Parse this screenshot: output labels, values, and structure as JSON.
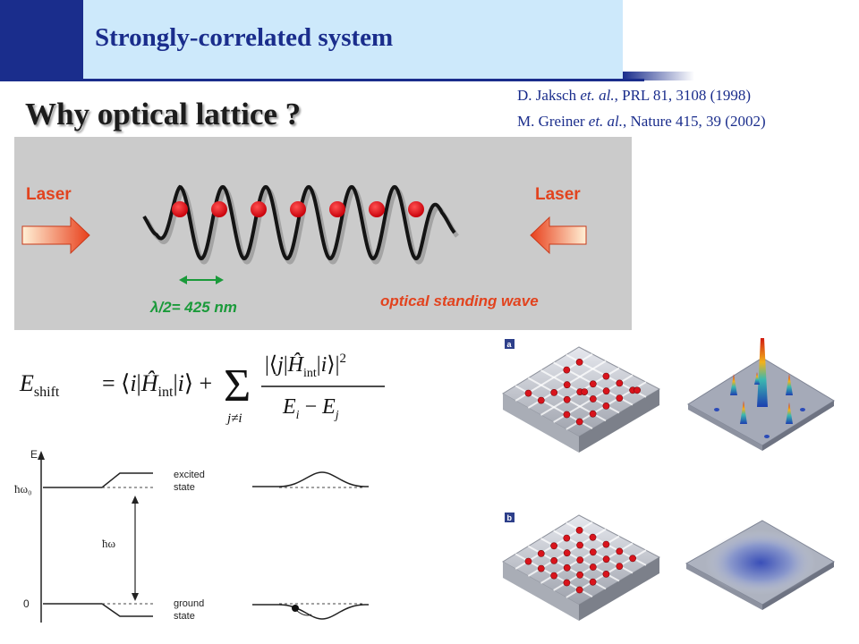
{
  "header": {
    "title": "Strongly-correlated system"
  },
  "main": {
    "title": "Why optical lattice ?"
  },
  "references": [
    {
      "author": "D. Jaksch",
      "etal": "et. al.",
      "citation": ", PRL 81, 3108 (1998)"
    },
    {
      "author": "M. Greiner",
      "etal": "et. al.",
      "citation": ", Nature 415, 39 (2002)"
    }
  ],
  "lattice_figure": {
    "laser_left": "Laser",
    "laser_right": "Laser",
    "spacing_label": "λ/2= 425 nm",
    "wave_label": "optical standing wave",
    "atom_count": 7
  },
  "equation": {
    "lhs": "E",
    "lhs_sub": "shift"
  },
  "energy_diagram": {
    "axis_label": "E",
    "level_top_label": "ħω₀",
    "level_bottom_label": "0",
    "transition_label": "ħω",
    "excited_label_1": "excited",
    "excited_label_2": "state",
    "ground_label_1": "ground",
    "ground_label_2": "state"
  },
  "panels": [
    {
      "label": "a"
    },
    {
      "label": "b"
    }
  ],
  "colors": {
    "header_dark": "#1a2d8c",
    "header_light": "#cde9fb",
    "atom_red": "#e0101a",
    "label_orange": "#e2431e",
    "arrow_green": "#1a9a3a"
  }
}
